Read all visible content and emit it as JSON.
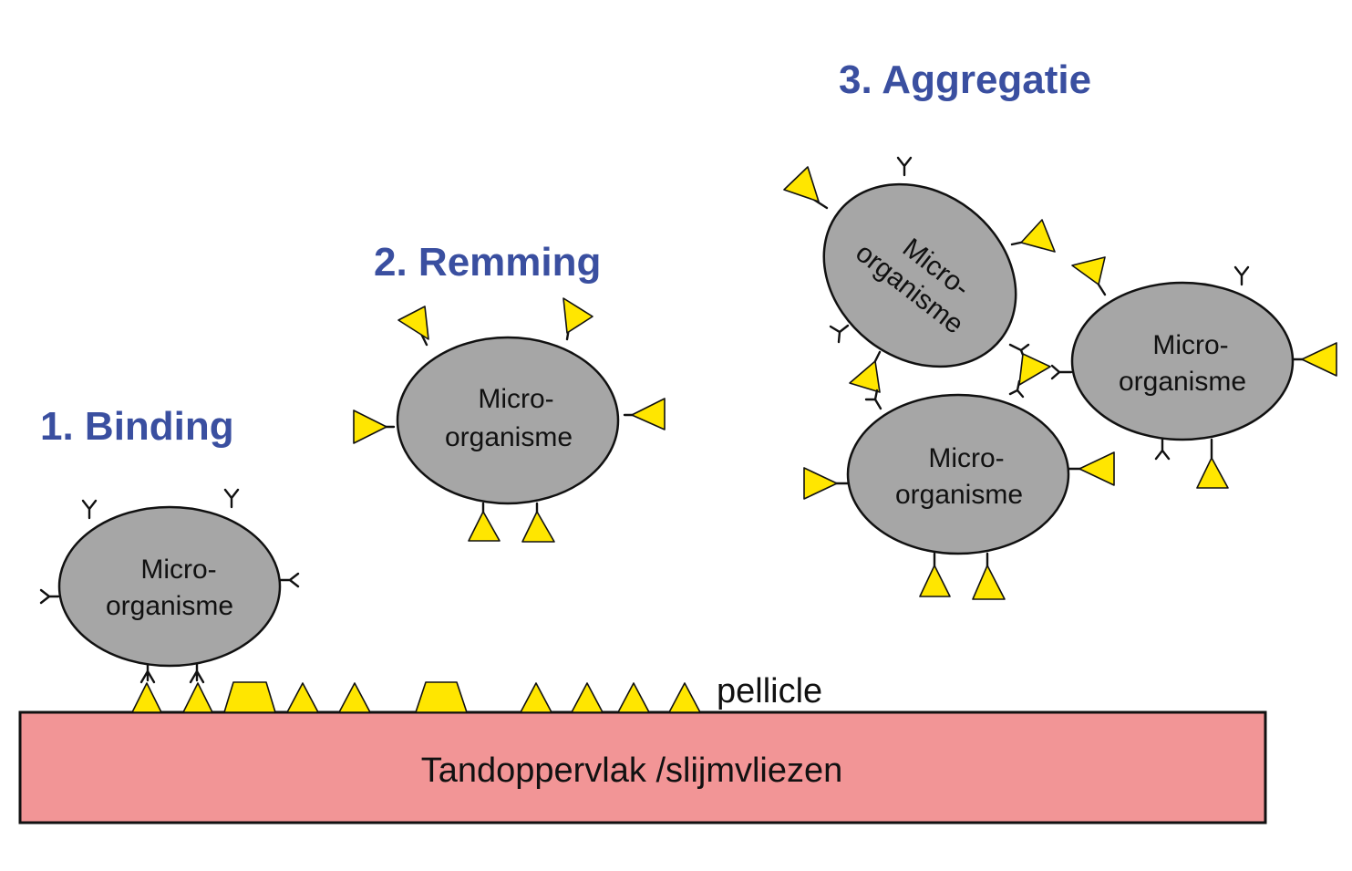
{
  "stages": [
    {
      "id": "binding",
      "title": "1. Binding"
    },
    {
      "id": "remming",
      "title": "2. Remming"
    },
    {
      "id": "aggregatie",
      "title": "3. Aggregatie"
    }
  ],
  "microorganism": {
    "line1": "Micro-",
    "line2": "organisme"
  },
  "pellicle_label": "pellicle",
  "surface_label": "Tandoppervlak /slijmvliezen",
  "colors": {
    "title": "#3a4fa0",
    "cell": "#a6a6a6",
    "ligand": "#ffe600",
    "surface": "#f29596",
    "outline": "#111111"
  },
  "icons": {
    "receptor": "y-shaped-receptor-icon",
    "ligand": "yellow-triangle-ligand-icon",
    "trapezoid": "yellow-trapezoid-pellicle-protein-icon"
  }
}
